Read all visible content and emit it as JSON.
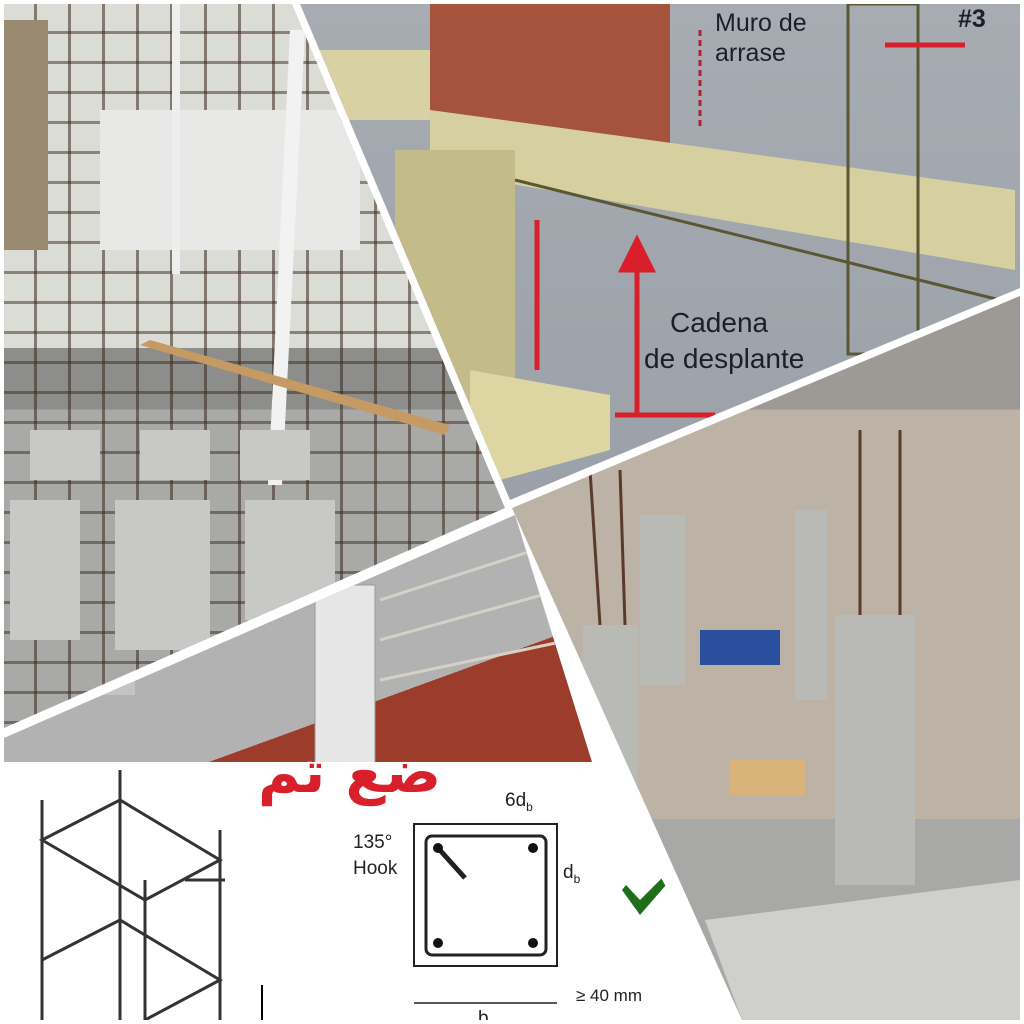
{
  "render_panel": {
    "label_top": [
      "Muro de",
      "arrase"
    ],
    "label_bar": "#3",
    "label_bottom": [
      "Cadena",
      "de desplante"
    ]
  },
  "overlay_text": "ضع تم",
  "diagram": {
    "hook_label": [
      "135°",
      "Hook"
    ],
    "hook_length": "6d",
    "bar_diameter": "d",
    "subscript": "b",
    "cover": "≥ 40 mm",
    "width_label": "b"
  },
  "colors": {
    "accent_red": "#d9202a",
    "check_green": "#1f6e1a"
  }
}
